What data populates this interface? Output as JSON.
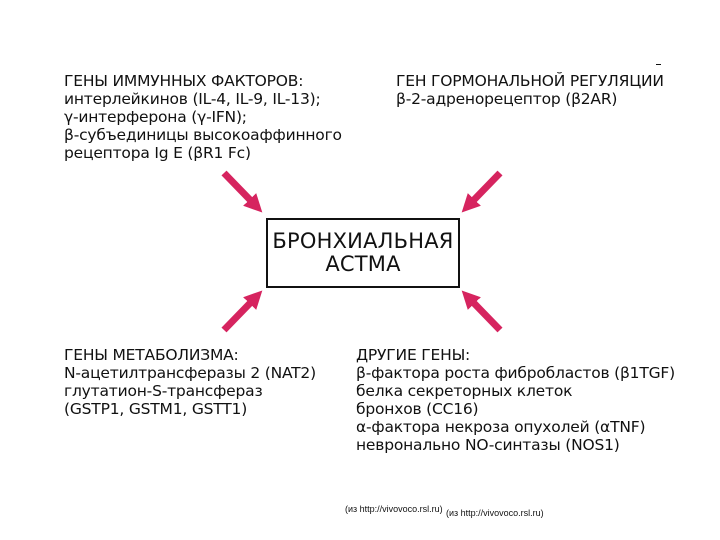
{
  "immune_genes": {
    "lines": [
      "ГЕНЫ ИММУННЫХ ФАКТОРОВ:",
      "интерлейкинов (IL-4, IL-9, IL-13);",
      "γ-интерферона (γ-IFN);",
      "β-субъединицы высокоаффинного",
      "рецептора Ig E (βR1 Fc)"
    ]
  },
  "hormonal_gene": {
    "lines": [
      "ГЕН ГОРМОНАЛЬНОЙ РЕГУЛЯЦИИ",
      "β-2-адренорецептор (β2AR)"
    ]
  },
  "center": {
    "lines": [
      "БРОНХИАЛЬНАЯ",
      "АСТМА"
    ]
  },
  "metabolism_genes": {
    "lines": [
      "ГЕНЫ МЕТАБОЛИЗМА:",
      "N-ацетилтрансферазы 2 (NAT2)",
      "глутатион-S-трансфераз",
      "(GSTP1, GSTM1, GSTT1)"
    ]
  },
  "other_genes": {
    "lines": [
      "ДРУГИЕ ГЕНЫ:",
      "β-фактора роста фибробластов (β1TGF)",
      "белка секреторных клеток",
      "бронхов (СС16)",
      "α-фактора некроза опухолей (αTNF)",
      "невронально NO-синтазы (NOS1)"
    ]
  },
  "sources": [
    "(из http://vivovoco.rsl.ru)",
    "(из http://vivovoco.rsl.ru)"
  ],
  "colors": {
    "arrow": "#d6245f",
    "text": "#111111",
    "box_border": "#111111"
  }
}
